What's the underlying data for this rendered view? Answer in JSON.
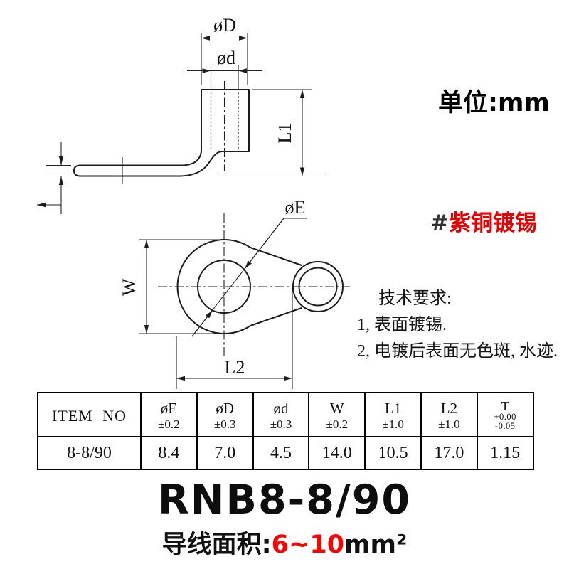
{
  "unit_note": "单位:mm",
  "material_tag": {
    "prefix": "#",
    "name": "紫铜镀锡"
  },
  "tech_requirements": {
    "title": "技术要求:",
    "items": [
      "1, 表面镀锡.",
      "2, 电镀后表面无色斑, 水迹."
    ]
  },
  "drawing_labels": {
    "side_view": {
      "outer_diameter": "øD",
      "inner_diameter": "ød",
      "barrel_length": "L1"
    },
    "top_view": {
      "hole_diameter": "øE",
      "ring_width": "W",
      "tongue_length": "L2"
    }
  },
  "spec_table": {
    "columns": [
      {
        "name": "ITEM NO",
        "tol": ""
      },
      {
        "name": "øE",
        "tol": "±0.2"
      },
      {
        "name": "øD",
        "tol": "±0.3"
      },
      {
        "name": "ød",
        "tol": "±0.3"
      },
      {
        "name": "W",
        "tol": "±0.2"
      },
      {
        "name": "L1",
        "tol": "±1.0"
      },
      {
        "name": "L2",
        "tol": "±1.0"
      },
      {
        "name": "T",
        "tol_top": "+0.00",
        "tol_bottom": "-0.05"
      }
    ],
    "row": [
      "8-8/90",
      "8.4",
      "7.0",
      "4.5",
      "14.0",
      "10.5",
      "17.0",
      "1.15"
    ]
  },
  "product": {
    "model": "RNB8-8/90",
    "wire_area_label": "导线面积:",
    "wire_area_value": "6~10",
    "wire_area_unit": "mm²"
  },
  "colors": {
    "accent_red": "#e60000",
    "value_red": "#fe0000",
    "line": "#1c1c1c"
  }
}
